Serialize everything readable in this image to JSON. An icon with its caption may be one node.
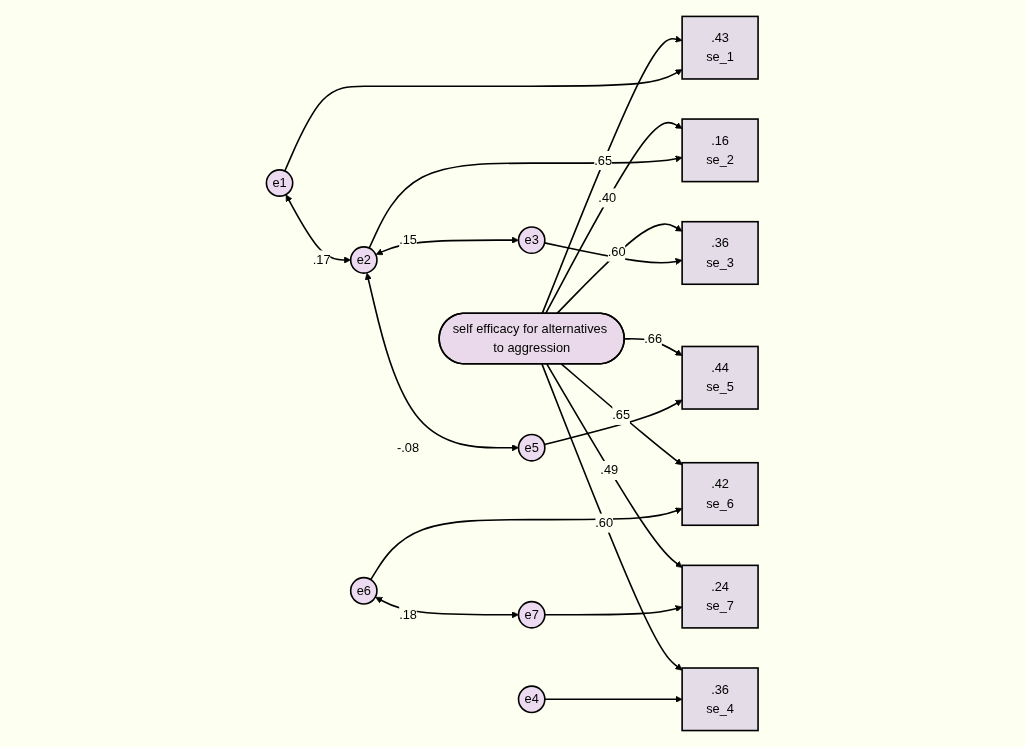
{
  "diagram": {
    "nodes": [
      {
        "text": [
          "self efficacy for alternatives to aggression"
        ]
      },
      {
        "text": [
          ".43",
          "se_1"
        ]
      },
      {
        "text": [
          ".16",
          "se_2"
        ]
      },
      {
        "text": [
          ".36",
          "se_3"
        ]
      },
      {
        "text": [
          ".36",
          "se_4"
        ]
      },
      {
        "text": [
          ".44",
          "se_5"
        ]
      },
      {
        "text": [
          ".42",
          "se_6"
        ]
      },
      {
        "text": [
          ".24",
          "se_7"
        ]
      },
      {
        "text": [
          "e1"
        ]
      },
      {
        "text": [
          "e2"
        ]
      },
      {
        "text": [
          "e3"
        ]
      },
      {
        "text": [
          "e4"
        ]
      },
      {
        "text": [
          "e5"
        ]
      },
      {
        "text": [
          "e6"
        ]
      },
      {
        "text": [
          "e7"
        ]
      }
    ],
    "edges": [
      {
        "from": 0,
        "to": 1,
        "arrow": "to",
        "label": ".65"
      },
      {
        "from": 0,
        "to": 2,
        "arrow": "to",
        "label": ".40"
      },
      {
        "from": 0,
        "to": 3,
        "arrow": "to",
        "label": ".60"
      },
      {
        "from": 0,
        "to": 4,
        "arrow": "to",
        "label": ".60"
      },
      {
        "from": 0,
        "to": 5,
        "arrow": "to",
        "label": ".66"
      },
      {
        "from": 0,
        "to": 6,
        "arrow": "to",
        "label": ".65"
      },
      {
        "from": 0,
        "to": 7,
        "arrow": "to",
        "label": ".49"
      },
      {
        "from": 8,
        "to": 1,
        "arrow": "to"
      },
      {
        "from": 9,
        "to": 2,
        "arrow": "to"
      },
      {
        "from": 10,
        "to": 3,
        "arrow": "to"
      },
      {
        "from": 11,
        "to": 4,
        "arrow": "to"
      },
      {
        "from": 12,
        "to": 5,
        "arrow": "to"
      },
      {
        "from": 13,
        "to": 6,
        "arrow": "to"
      },
      {
        "from": 14,
        "to": 7,
        "arrow": "to"
      },
      {
        "from": 8,
        "to": 9,
        "arrow": "both",
        "label": ".17"
      },
      {
        "from": 9,
        "to": 10,
        "arrow": "both",
        "label": ".15"
      },
      {
        "from": 9,
        "to": 12,
        "arrow": "both",
        "label": "-.08"
      },
      {
        "from": 13,
        "to": 14,
        "arrow": "both",
        "label": ".18"
      }
    ]
  }
}
